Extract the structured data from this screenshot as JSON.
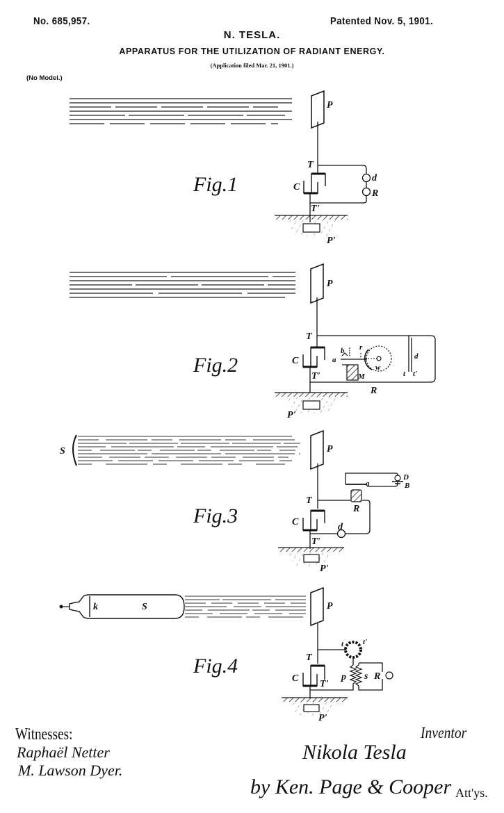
{
  "header": {
    "patent_number": "No. 685,957.",
    "patent_date": "Patented Nov. 5, 1901.",
    "inventor": "N. TESLA.",
    "title": "APPARATUS FOR THE UTILIZATION OF RADIANT ENERGY.",
    "application": "(Application filed Mar. 21, 1901.)",
    "model_note": "(No Model.)"
  },
  "figures": [
    {
      "label": "Fig.1",
      "parts": {
        "plate": "P",
        "terminal": "T",
        "capacitor": "C",
        "terminal2": "T'",
        "ground_plate": "P'",
        "device": "d",
        "receiver": "R"
      }
    },
    {
      "label": "Fig.2",
      "parts": {
        "plate": "P",
        "terminal": "T",
        "capacitor": "C",
        "terminal2": "T'",
        "ground_plate": "P'",
        "a": "a",
        "b": "b",
        "r": "r",
        "wheel": "w",
        "magnet": "M",
        "receiver": "R",
        "d": "d",
        "t": "t",
        "t2": "t'"
      }
    },
    {
      "label": "Fig.3",
      "parts": {
        "source": "S",
        "plate": "P",
        "terminal": "T",
        "capacitor": "C",
        "terminal2": "T'",
        "ground_plate": "P'",
        "receiver": "R",
        "device": "d",
        "a": "a",
        "D": "D",
        "battery": "B"
      }
    },
    {
      "label": "Fig.4",
      "parts": {
        "cathode": "k",
        "tube": "S",
        "plate": "P",
        "terminal": "T",
        "capacitor": "C",
        "terminal2": "T'",
        "ground_plate": "P'",
        "t": "t",
        "t2": "t'",
        "primary": "p",
        "secondary": "s",
        "receiver": "R"
      }
    }
  ],
  "signatures": {
    "witnesses_label": "Witnesses:",
    "witness_1": "Raphaël Netter",
    "witness_2": "M. Lawson Dyer.",
    "inventor_label": "Inventor",
    "inventor_signature": "Nikola Tesla",
    "attorneys": "by Ken. Page & Cooper",
    "attorneys_suffix": "Att'ys."
  }
}
